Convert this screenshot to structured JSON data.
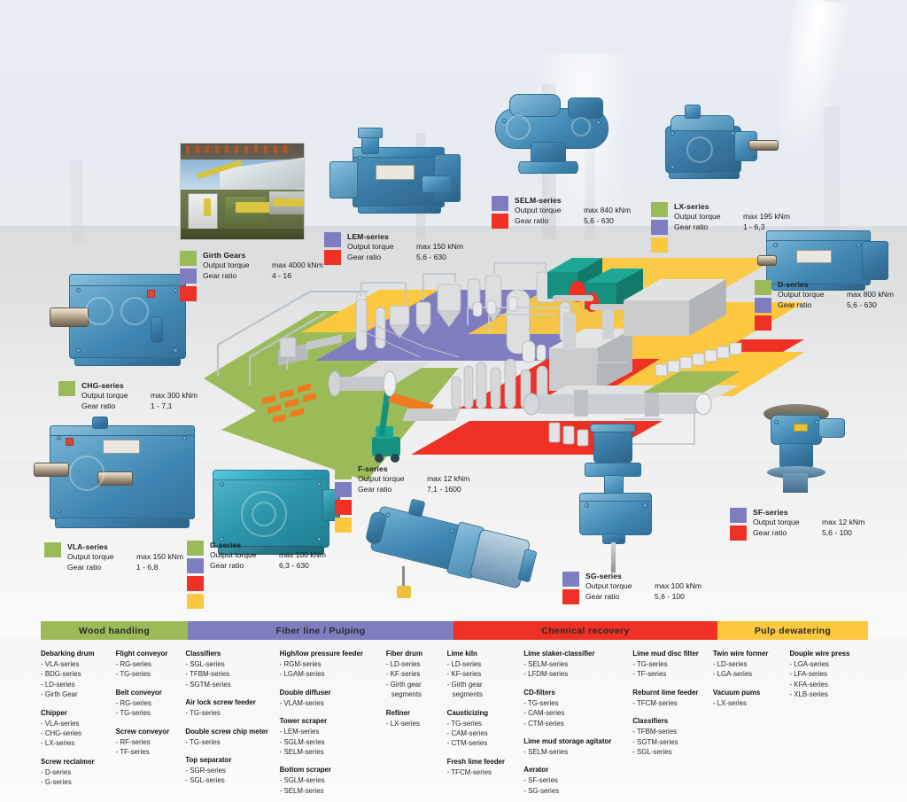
{
  "colors": {
    "green": "#9ABB58",
    "purple": "#7E7DC0",
    "red": "#EE3124",
    "yellow": "#FBC83F",
    "teal": "#179E8D",
    "grey": "#C9CBCD"
  },
  "photo_inset": {
    "name": "plant-photo"
  },
  "callouts": [
    {
      "id": "girth-gears",
      "title": "Girth Gears",
      "torque_label": "Output torque",
      "torque_value": "max 4000 kNm",
      "ratio_label": "Gear ratio",
      "ratio_value": "4 - 16",
      "swatches": [
        "green",
        "purple",
        "red"
      ]
    },
    {
      "id": "lem-series",
      "title": "LEM-series",
      "torque_label": "Output torque",
      "torque_value": "max 150 kNm",
      "ratio_label": "Gear ratio",
      "ratio_value": "5,6 - 630",
      "swatches": [
        "purple",
        "red"
      ]
    },
    {
      "id": "selm-series",
      "title": "SELM-series",
      "torque_label": "Output torque",
      "torque_value": "max 840 kNm",
      "ratio_label": "Gear ratio",
      "ratio_value": "5,6 - 630",
      "swatches": [
        "purple",
        "red"
      ]
    },
    {
      "id": "lx-series",
      "title": "LX-series",
      "torque_label": "Output torque",
      "torque_value": "max 195 kNm",
      "ratio_label": "Gear ratio",
      "ratio_value": "1 - 6,3",
      "swatches": [
        "green",
        "purple",
        "yellow"
      ]
    },
    {
      "id": "d-series",
      "title": "D-series",
      "torque_label": "Output torque",
      "torque_value": "max 800 kNm",
      "ratio_label": "Gear ratio",
      "ratio_value": "5,6 - 630",
      "swatches": [
        "green",
        "purple",
        "red"
      ]
    },
    {
      "id": "chg-series",
      "title": "CHG-series",
      "torque_label": "Output torque",
      "torque_value": "max 300 kNm",
      "ratio_label": "Gear ratio",
      "ratio_value": "1 - 7,1",
      "swatches": [
        "green"
      ]
    },
    {
      "id": "vla-series",
      "title": "VLA-series",
      "torque_label": "Output torque",
      "torque_value": "max 150 kNm",
      "ratio_label": "Gear ratio",
      "ratio_value": "1 - 6,8",
      "swatches": [
        "green"
      ]
    },
    {
      "id": "g-series",
      "title": "G-series",
      "torque_label": "Output torque",
      "torque_value": "max 100 kNm",
      "ratio_label": "Gear ratio",
      "ratio_value": "6,3 - 630",
      "swatches": [
        "green",
        "purple",
        "red",
        "yellow"
      ]
    },
    {
      "id": "f-series",
      "title": "F-series",
      "torque_label": "Output torque",
      "torque_value": "max 12 kNm",
      "ratio_label": "Gear ratio",
      "ratio_value": "7,1 - 1600",
      "swatches": [
        "green",
        "purple",
        "red",
        "yellow"
      ]
    },
    {
      "id": "sg-series",
      "title": "SG-series",
      "torque_label": "Output torque",
      "torque_value": "max 100 kNm",
      "ratio_label": "Gear ratio",
      "ratio_value": "5,6 - 100",
      "swatches": [
        "purple",
        "red"
      ]
    },
    {
      "id": "sf-series",
      "title": "SF-series",
      "torque_label": "Output torque",
      "torque_value": "max 12 kNm",
      "ratio_label": "Gear ratio",
      "ratio_value": "5,6 - 100",
      "swatches": [
        "purple",
        "red"
      ]
    }
  ],
  "table": {
    "headers": [
      {
        "label": "Wood handling",
        "color": "green"
      },
      {
        "label": "Fiber line / Pulping",
        "color": "purple"
      },
      {
        "label": "Chemical recovery",
        "color": "red"
      },
      {
        "label": "Pulp dewatering",
        "color": "yellow"
      }
    ],
    "columns": [
      {
        "groups": [
          {
            "heading": "Debarking drum",
            "items": [
              "- VLA-series",
              "- BDG-series",
              "- LD-series",
              "- Girth Gear"
            ]
          },
          {
            "heading": "Chipper",
            "items": [
              "- VLA-series",
              "- CHG-series",
              "- LX-series"
            ]
          },
          {
            "heading": "Screw reclaimer",
            "items": [
              "- D-series",
              "- G-series"
            ]
          }
        ]
      },
      {
        "groups": [
          {
            "heading": "Flight conveyor",
            "items": [
              "- RG-series",
              "- TG-series"
            ]
          },
          {
            "heading": "Belt conveyor",
            "items": [
              "- RG-series",
              "- TG-series"
            ]
          },
          {
            "heading": "Screw conveyor",
            "items": [
              "- RF-series",
              "- TF-series"
            ]
          }
        ]
      },
      {
        "groups": [
          {
            "heading": "Classifiers",
            "items": [
              "- SGL-series",
              "- TFBM-series",
              "- SGTM-series"
            ]
          },
          {
            "heading": "Air lock screw feeder",
            "items": [
              "- TG-series"
            ]
          },
          {
            "heading": "Double screw chip meter",
            "items": [
              "- TG-series"
            ]
          },
          {
            "heading": "Top separator",
            "items": [
              "- SGR-series",
              "- SGL-series"
            ]
          }
        ]
      },
      {
        "groups": [
          {
            "heading": "High/low pressure feeder",
            "items": [
              "- RGM-series",
              "- LGAM-series"
            ]
          },
          {
            "heading": "Double diffuser",
            "items": [
              "- VLAM-series"
            ]
          },
          {
            "heading": "Tower scraper",
            "items": [
              "- LEM-series",
              "- SGLM-series",
              "- SELM-series"
            ]
          },
          {
            "heading": "Bottom scraper",
            "items": [
              "- SGLM-series",
              "- SELM-series"
            ]
          }
        ]
      },
      {
        "groups": [
          {
            "heading": "Fiber drum",
            "items": [
              "- LD-series",
              "- KF-series",
              "- Girth gear"
            ],
            "indented": [
              "segments"
            ]
          },
          {
            "heading": "Refiner",
            "items": [
              "- LX-series"
            ]
          }
        ]
      },
      {
        "groups": [
          {
            "heading": "Lime kiln",
            "items": [
              "- LD-series",
              "- KF-series",
              "- Girth gear"
            ],
            "indented": [
              "segments"
            ]
          },
          {
            "heading": "Causticizing",
            "items": [
              "- TG-series",
              "- CAM-series",
              "- CTM-series"
            ]
          },
          {
            "heading": "Fresh lime feeder",
            "items": [
              "- TFCM-series"
            ]
          }
        ]
      },
      {
        "groups": [
          {
            "heading": "Lime slaker-classifier",
            "items": [
              "- SELM-series",
              "- LFDM-series"
            ]
          },
          {
            "heading": "CD-filters",
            "items": [
              "- TG-series",
              "- CAM-series",
              "- CTM-series"
            ]
          },
          {
            "heading": "Lime mud storage agitator",
            "items": [
              "- SELM-series"
            ]
          },
          {
            "heading": "Aerator",
            "items": [
              "- SF-series",
              "- SG-series"
            ]
          }
        ]
      },
      {
        "groups": [
          {
            "heading": "Lime mud disc filter",
            "items": [
              "- TG-series",
              "- TF-series"
            ]
          },
          {
            "heading": "Reburnt lime feeder",
            "items": [
              "- TFCM-series"
            ]
          },
          {
            "heading": "Classifiers",
            "items": [
              "- TFBM-series",
              "- SGTM-series",
              "- SGL-series"
            ]
          }
        ]
      },
      {
        "groups": [
          {
            "heading": "Twin wire former",
            "items": [
              "- LD-series",
              "- LGA-series"
            ]
          },
          {
            "heading": "Vacuum pums",
            "items": [
              "- LX-series"
            ]
          }
        ]
      },
      {
        "groups": [
          {
            "heading": "Douple wire press",
            "items": [
              "- LGA-series",
              "- LFA-series",
              "- KFA-series",
              "- XLB-series"
            ]
          }
        ]
      }
    ]
  }
}
